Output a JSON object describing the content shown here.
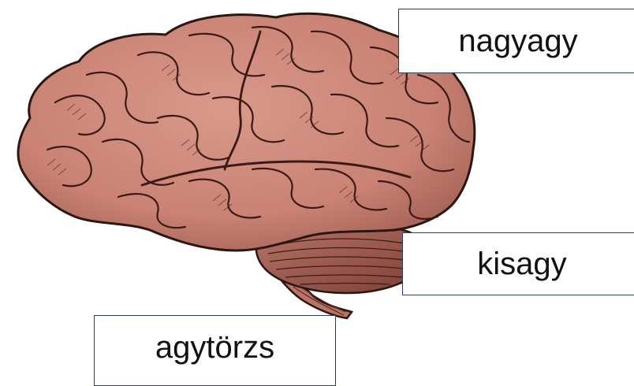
{
  "labels": {
    "cerebrum": "nagyagy",
    "cerebellum": "kisagy",
    "brainstem": "agytörzs"
  },
  "colors": {
    "brain_fill": "#cf8a7c",
    "brain_shadow": "#7d3f36",
    "outline": "#2a1712",
    "label_border": "#2c3e5c"
  },
  "icons": {
    "brain": "brain-illustration"
  }
}
